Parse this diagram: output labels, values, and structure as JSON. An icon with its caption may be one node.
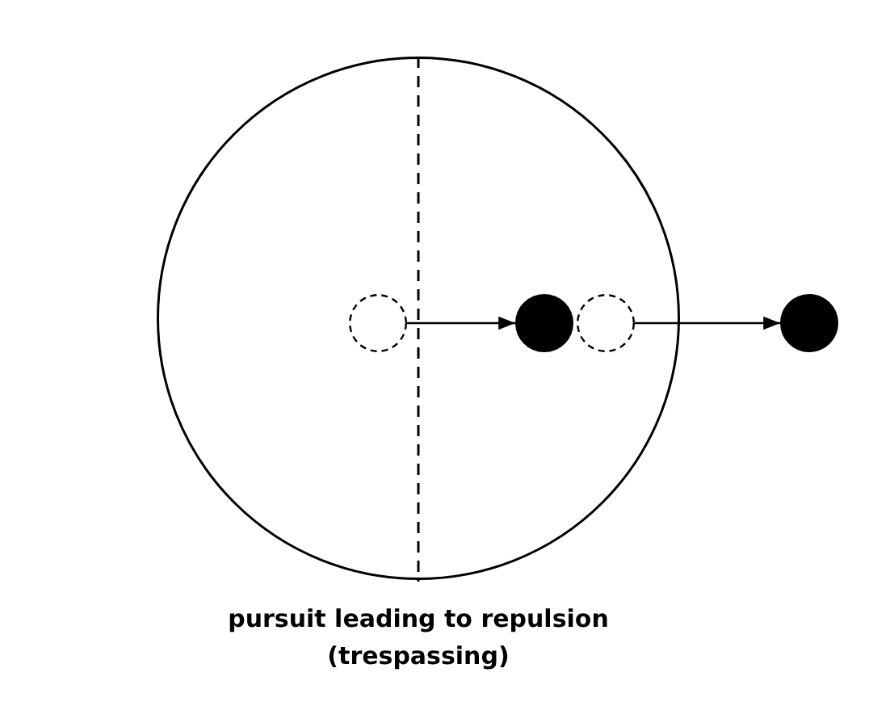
{
  "diagram": {
    "caption": "pursuit leading to repulsion (trespassing)",
    "nodes": [
      {
        "text": [],
        "shape": "circle"
      },
      {
        "text": [],
        "shape": "circle",
        "in": 0
      },
      {
        "text": [],
        "shape": "circle",
        "in": 0
      },
      {
        "text": [],
        "shape": "circle",
        "in": 0
      },
      {
        "text": [],
        "shape": "circle"
      }
    ],
    "edges": [
      {
        "from": 1,
        "to": 2,
        "arrow": "to"
      },
      {
        "from": 3,
        "to": 4,
        "arrow": "to"
      }
    ]
  }
}
